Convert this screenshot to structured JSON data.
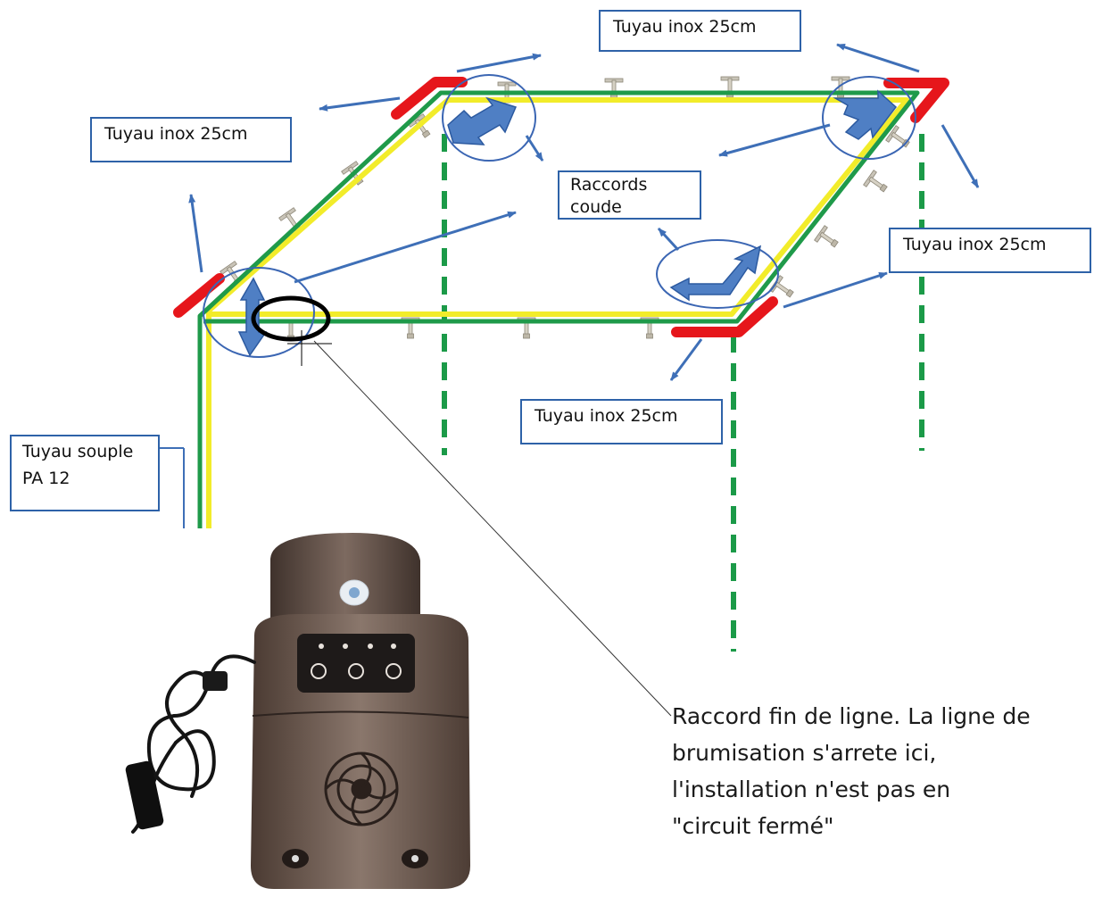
{
  "labels": {
    "top": "Tuyau inox 25cm",
    "left": "Tuyau inox 25cm",
    "right": "Tuyau inox 25cm",
    "bottom": "Tuyau inox 25cm",
    "elbow_line1": "Raccords",
    "elbow_line2": "coude",
    "hose_line1": "Tuyau souple",
    "hose_line2": "PA 12"
  },
  "note": {
    "line1": "Raccord fin de ligne. La ligne de",
    "line2": "brumisation s'arrete ici,",
    "line3": "l'installation n'est pas en",
    "line4": "\"circuit fermé\""
  },
  "colors": {
    "arrow": "#3e6fb7",
    "pipe_green": "#1f9a4a",
    "pipe_yellow": "#f2ec2a",
    "legs": "#1b9a48",
    "elbow_red": "#e6161b",
    "circle": "#3b66b3",
    "box_border": "#2e62a8"
  },
  "icons": {
    "nozzle": "t-nozzle-icon",
    "end_fitting": "end-of-line-marker",
    "arrow": "blue-arrow-icon",
    "pump": "misting-pump-photo"
  }
}
